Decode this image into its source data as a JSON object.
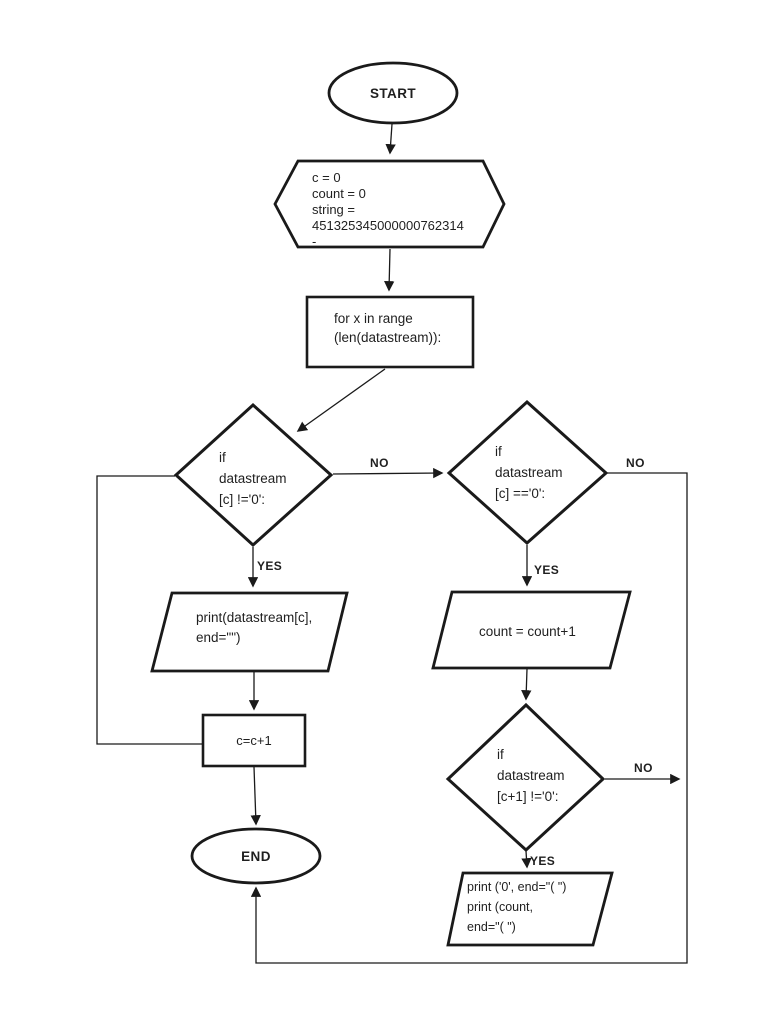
{
  "nodes": {
    "start": "START",
    "init": "c = 0\ncount = 0\nstring =\n451325345000000762314\n-",
    "loop": "for x in range\n(len(datastream)):",
    "cond_nonzero": "if\ndatastream\n[c] !='0':",
    "cond_zero": "if\ndatastream\n[c] =='0':",
    "print_digit": "print(datastream[c],\nend=\"\")",
    "increment": "c=c+1",
    "end": "END",
    "count_inc": "count = count+1",
    "cond_next_nonzero": "if\ndatastream\n[c+1] !='0':",
    "print_zero_count": "print ('0', end=\"( \")\nprint (count,\nend=\"( \")"
  },
  "edge_labels": {
    "yes_left": "YES",
    "no_left": "NO",
    "yes_right": "YES",
    "no_right_top": "NO",
    "yes_bottom": "YES",
    "no_right_bottom": "NO"
  },
  "colors": {
    "line": "#1a1a1a",
    "text": "#1f1f1f",
    "background": "#ffffff"
  }
}
